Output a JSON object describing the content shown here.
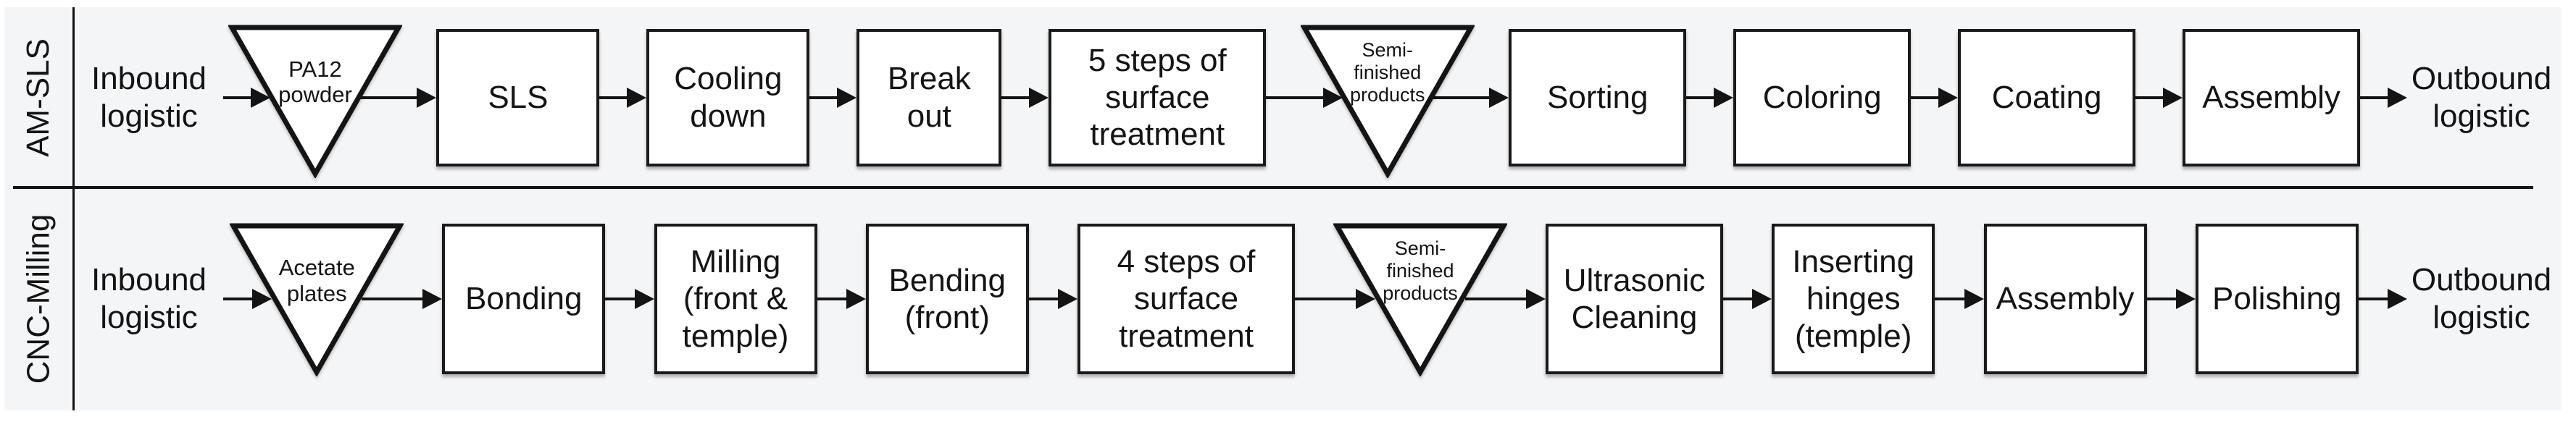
{
  "rows": [
    {
      "label": "AM-SLS",
      "inbound": "Inbound\nlogistic",
      "input_store": "PA12\npowder",
      "mid_store": "Semi-\nfinished\nproducts",
      "steps_before": [
        "SLS",
        "Cooling\ndown",
        "Break\nout",
        "5 steps of\nsurface\ntreatment"
      ],
      "steps_after": [
        "Sorting",
        "Coloring",
        "Coating",
        "Assembly"
      ],
      "outbound": "Outbound\nlogistic"
    },
    {
      "label": "CNC-Milling",
      "inbound": "Inbound\nlogistic",
      "input_store": "Acetate\nplates",
      "mid_store": "Semi-\nfinished\nproducts",
      "steps_before": [
        "Bonding",
        "Milling\n(front &\ntemple)",
        "Bending\n(front)",
        "4 steps of\nsurface\ntreatment"
      ],
      "steps_after": [
        "Ultrasonic\nCleaning",
        "Inserting\nhinges\n(temple)",
        "Assembly",
        "Polishing"
      ],
      "outbound": "Outbound\nlogistic"
    }
  ],
  "colors": {
    "panel_background": "#f4f5f7",
    "shape_fill": "#ffffff",
    "stroke": "#141414",
    "text": "#141414"
  }
}
